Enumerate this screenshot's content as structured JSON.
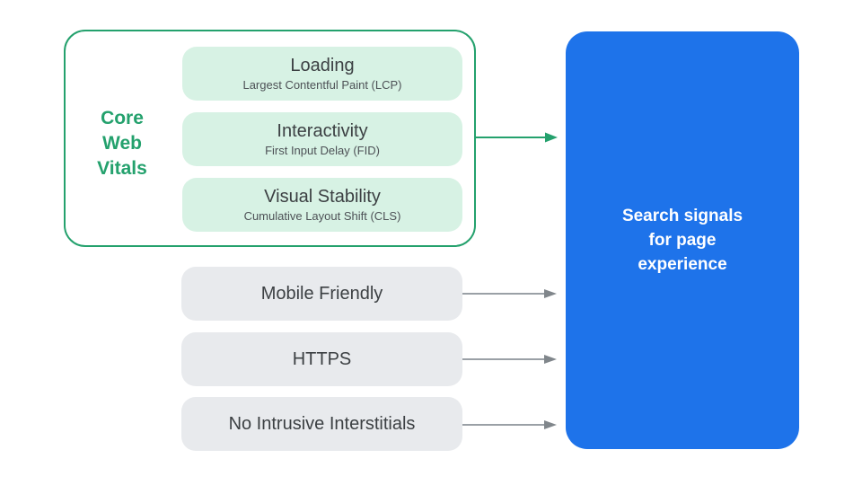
{
  "colors": {
    "green": "#24A16D",
    "green_light": "#D7F2E4",
    "blue": "#1E73EA",
    "gray_pill": "#E8EAED",
    "text_dark": "#3C4043",
    "text_subtitle": "#4D5156",
    "arrow_gray_line": "#9AA0A6",
    "arrow_gray_head": "#80868B",
    "result_text": "#FFFFFF"
  },
  "core_web_vitals": {
    "label": "Core\nWeb\nVitals",
    "metrics": [
      {
        "title": "Loading",
        "subtitle": "Largest Contentful Paint (LCP)"
      },
      {
        "title": "Interactivity",
        "subtitle": "First Input Delay (FID)"
      },
      {
        "title": "Visual Stability",
        "subtitle": "Cumulative Layout Shift (CLS)"
      }
    ]
  },
  "other_signals": [
    {
      "label": "Mobile Friendly"
    },
    {
      "label": "HTTPS"
    },
    {
      "label": "No Intrusive Interstitials"
    }
  ],
  "result": {
    "label": "Search signals\nfor page\nexperience"
  }
}
